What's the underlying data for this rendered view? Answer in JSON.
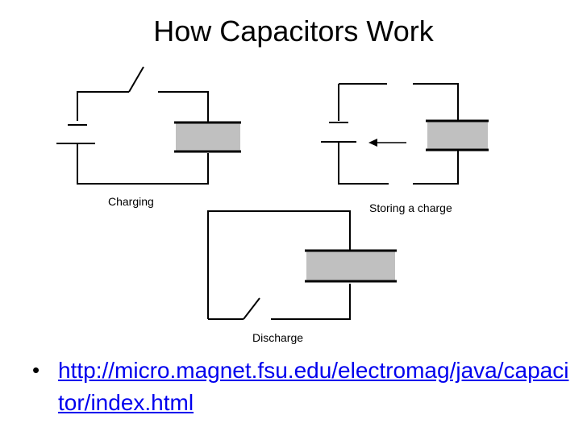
{
  "slide": {
    "title": "How Capacitors Work",
    "diagram": {
      "labels": {
        "charging": "Charging",
        "storing": "Storing a charge",
        "discharge": "Discharge"
      },
      "colors": {
        "line": "#000000",
        "plate_fill": "#c0c0c0"
      }
    },
    "bullet": {
      "marker": "•",
      "link_text": "http://micro.magnet.fsu.edu/electromag/java/capacitor/index.html"
    }
  }
}
